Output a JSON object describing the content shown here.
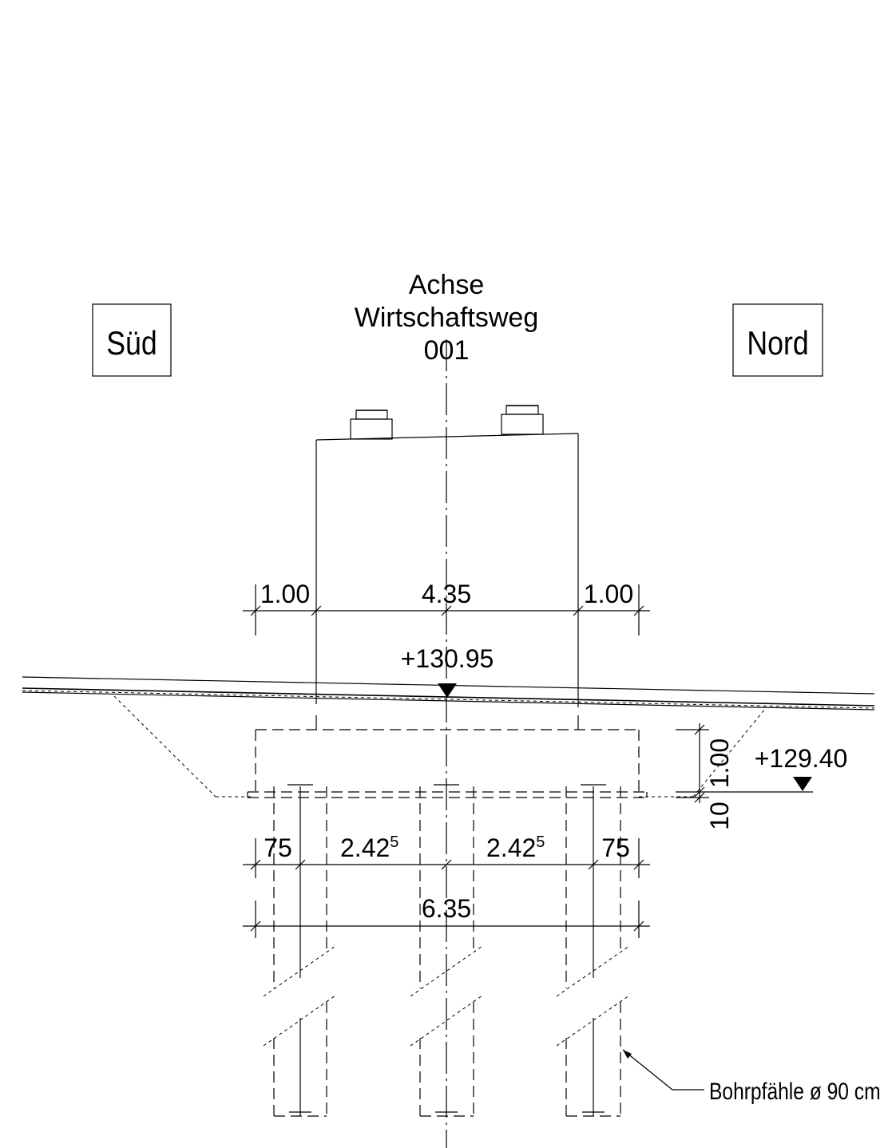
{
  "axis_label": {
    "line1": "Achse",
    "line2": "Wirtschaftsweg",
    "line3": "001"
  },
  "directions": {
    "left": "Süd",
    "right": "Nord"
  },
  "dimensions_top": {
    "left": "1.00",
    "middle": "4.35",
    "right": "1.00"
  },
  "elevations": {
    "top": "+130.95",
    "foundation": "+129.40"
  },
  "foundation_dims": {
    "height": "1.00",
    "offset": "10"
  },
  "pile_spacing": {
    "left_edge": "75",
    "left_span": "2.42",
    "left_span_sup": "5",
    "right_span": "2.42",
    "right_span_sup": "5",
    "right_edge": "75"
  },
  "total_width": "6.35",
  "pile_label": "Bohrpfähle ø 90 cm"
}
